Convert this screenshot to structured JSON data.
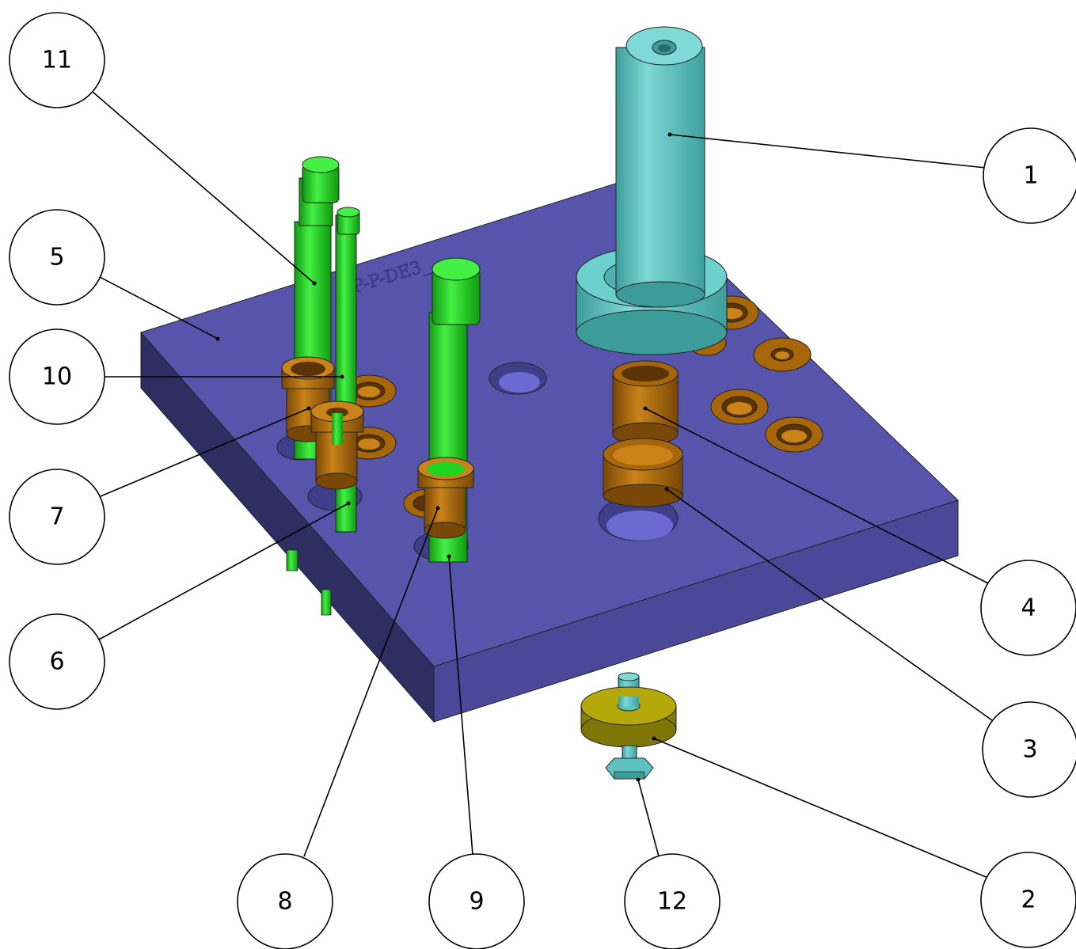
{
  "engraving": "P-P-DE3_",
  "balloons": [
    {
      "id": "11",
      "label": "11"
    },
    {
      "id": "1",
      "label": "1"
    },
    {
      "id": "5",
      "label": "5"
    },
    {
      "id": "10",
      "label": "10"
    },
    {
      "id": "7",
      "label": "7"
    },
    {
      "id": "4",
      "label": "4"
    },
    {
      "id": "6",
      "label": "6"
    },
    {
      "id": "3",
      "label": "3"
    },
    {
      "id": "8",
      "label": "8"
    },
    {
      "id": "9",
      "label": "9"
    },
    {
      "id": "12",
      "label": "12"
    },
    {
      "id": "2",
      "label": "2"
    }
  ],
  "colors": {
    "plate_top": "#5655ab",
    "plate_front": "#464596",
    "plate_left": "#2f2e63",
    "bushing": "#a8660a",
    "pin": "#22d422",
    "shaft": "#5ec3c0",
    "disc": "#b4a80a"
  }
}
